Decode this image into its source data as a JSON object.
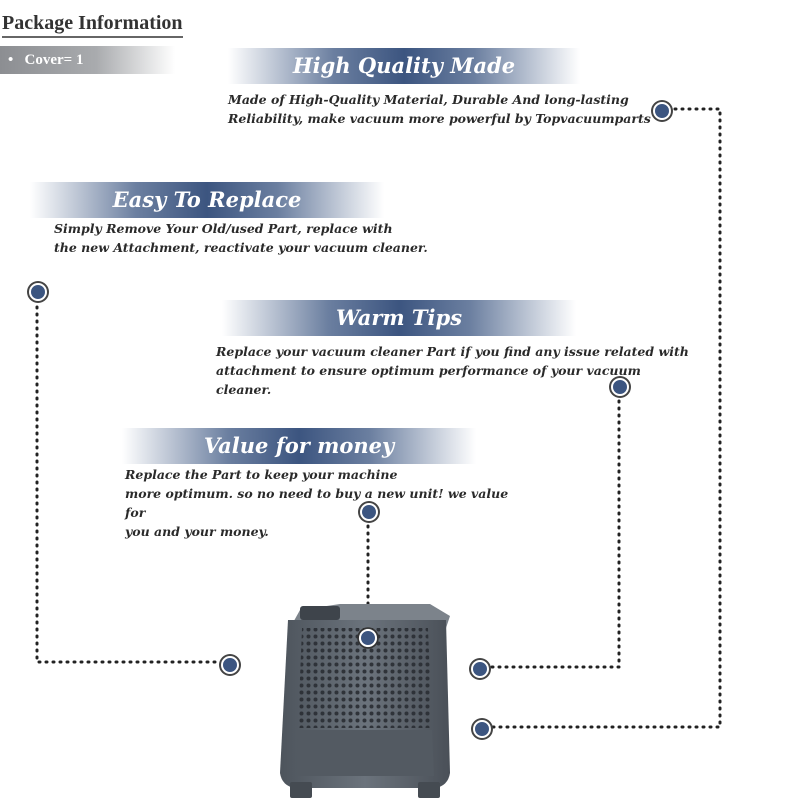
{
  "package": {
    "title": "Package Information",
    "item": "Cover= 1",
    "bullet": "•"
  },
  "features": [
    {
      "title": "High Quality Made",
      "text": "Made of  High-Quality Material, Durable And long-lasting\nReliability, make vacuum more powerful by Topvacuumparts"
    },
    {
      "title": "Easy To Replace",
      "text": "Simply Remove Your Old/used Part, replace with\nthe new Attachment, reactivate your vacuum cleaner."
    },
    {
      "title": "Warm Tips",
      "text": "Replace your vacuum cleaner Part if you find any issue related with\n attachment to ensure optimum performance of your vacuum cleaner."
    },
    {
      "title": "Value for money",
      "text": "Replace the Part to keep your machine\nmore optimum. so no need to buy a new unit! we value for\nyou and your money."
    }
  ],
  "colors": {
    "accent": "#3c5580",
    "banner_mid": "#6b7fa0",
    "product": "#5f666f"
  },
  "product_image": "vacuum-filter-cover"
}
